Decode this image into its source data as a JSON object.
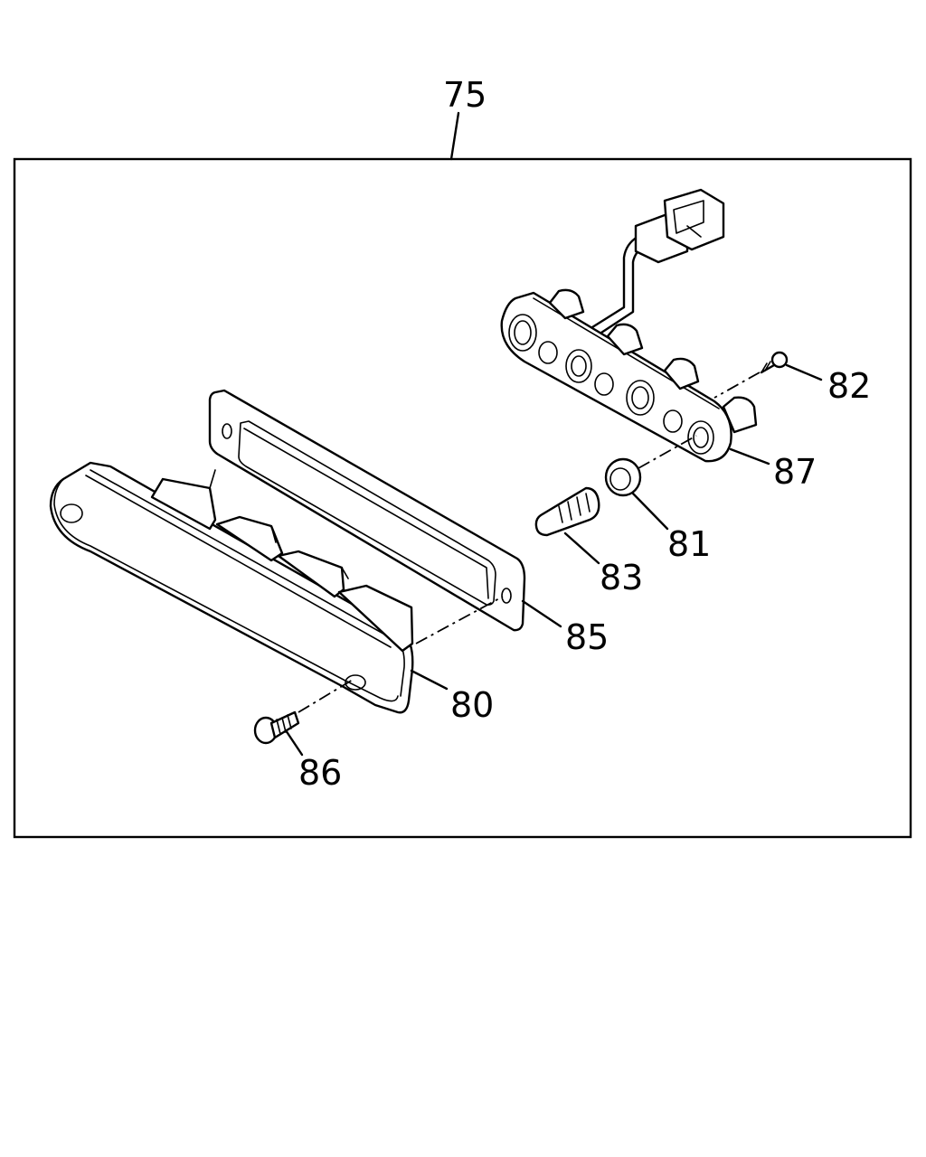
{
  "diagram": {
    "assembly_number": "75",
    "parts": [
      {
        "id": "p80",
        "number": "80"
      },
      {
        "id": "p81",
        "number": "81"
      },
      {
        "id": "p82",
        "number": "82"
      },
      {
        "id": "p83",
        "number": "83"
      },
      {
        "id": "p85",
        "number": "85"
      },
      {
        "id": "p86",
        "number": "86"
      },
      {
        "id": "p87",
        "number": "87"
      }
    ]
  }
}
